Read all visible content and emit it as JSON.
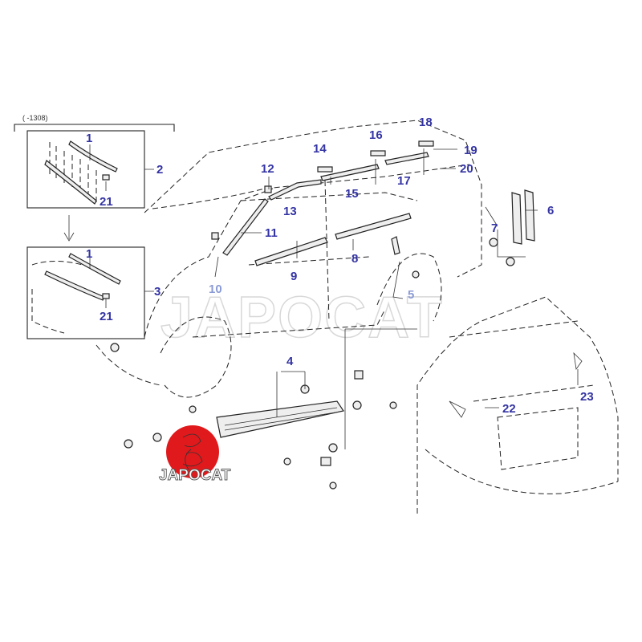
{
  "diagram": {
    "date_range_label": "(   -1308)",
    "watermark": "JAPOCAT",
    "logo_text": "JAPOCAT",
    "callouts": {
      "inset1_part1": "1",
      "inset1_part2": "2",
      "inset1_part21": "21",
      "inset2_part1": "1",
      "inset2_part3": "3",
      "inset2_part21": "21",
      "p4": "4",
      "p5": "5",
      "p6": "6",
      "p7": "7",
      "p8": "8",
      "p9": "9",
      "p10": "10",
      "p11": "11",
      "p12": "12",
      "p13": "13",
      "p14": "14",
      "p15": "15",
      "p16": "16",
      "p17": "17",
      "p18": "18",
      "p19": "19",
      "p20": "20",
      "p22": "22",
      "p23": "23"
    },
    "colors": {
      "callout": "#3434a4",
      "callout_light": "#8b9bd6",
      "logo_red": "#e0191c"
    }
  }
}
